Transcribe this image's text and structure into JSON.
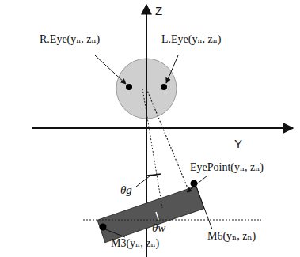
{
  "diagram": {
    "labels": [
      "Z",
      "Y",
      "R.Eye(yₙ, zₙ)",
      "L.Eye(yₙ, zₙ)",
      "θg",
      "EyePoint(yₙ, zₙ)",
      "θw",
      "M3(yₙ, zₙ)",
      "M6(yₙ, zₙ)"
    ]
  }
}
